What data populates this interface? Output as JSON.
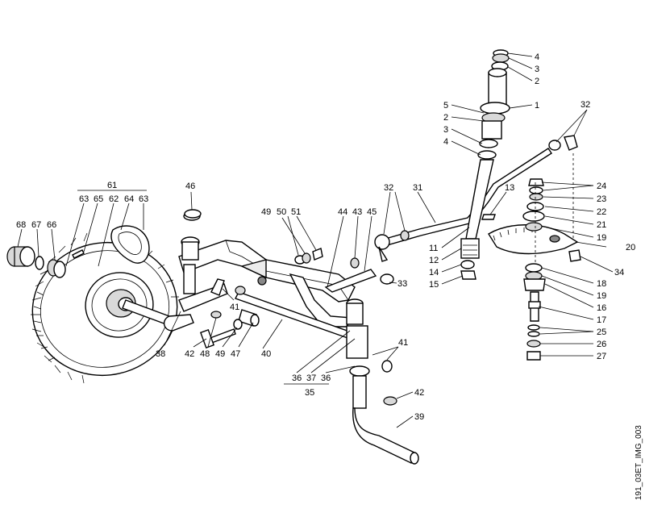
{
  "drawing_ref": "191_03ET_IMG_003",
  "callouts": {
    "c61": "61",
    "c63a": "63",
    "c65": "65",
    "c62": "62",
    "c64": "64",
    "c63b": "63",
    "c68": "68",
    "c67": "67",
    "c66": "66",
    "c46": "46",
    "c49a": "49",
    "c50": "50",
    "c51": "51",
    "c44": "44",
    "c43": "43",
    "c45": "45",
    "c33": "33",
    "c32a": "32",
    "c31": "31",
    "c13": "13",
    "c32b": "32",
    "c4a": "4",
    "c3a": "3",
    "c2a": "2",
    "c5": "5",
    "c1": "1",
    "c2b": "2",
    "c3b": "3",
    "c4b": "4",
    "c24": "24",
    "c23": "23",
    "c22": "22",
    "c21": "21",
    "c19a": "19",
    "c20": "20",
    "c34": "34",
    "c11": "11",
    "c12": "12",
    "c14": "14",
    "c15": "15",
    "c18": "18",
    "c19b": "19",
    "c16": "16",
    "c17": "17",
    "c25": "25",
    "c26": "26",
    "c27": "27",
    "c41a": "41",
    "c38": "38",
    "c42a": "42",
    "c48": "48",
    "c49b": "49",
    "c47": "47",
    "c40": "40",
    "c36a": "36",
    "c37": "37",
    "c36b": "36",
    "c35": "35",
    "c41b": "41",
    "c42b": "42",
    "c39": "39"
  }
}
